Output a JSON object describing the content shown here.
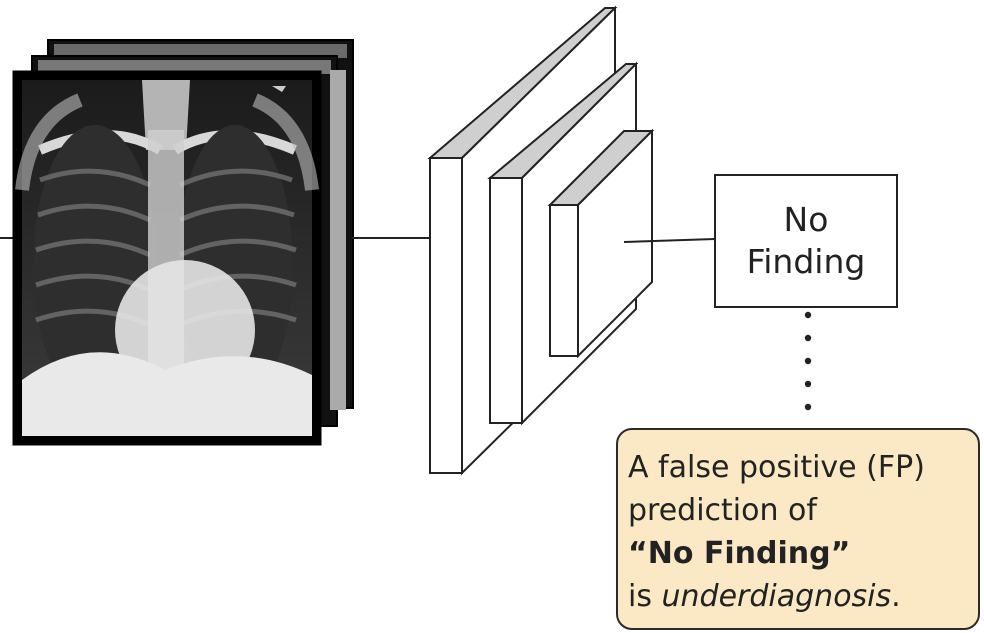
{
  "output_label": {
    "line1": "No",
    "line2": "Finding"
  },
  "callout": {
    "line1": "A false positive (FP)",
    "line2": "prediction of",
    "line3_bold": "“No Finding”",
    "line4_prefix": "is ",
    "line4_italic": "underdiagnosis",
    "line4_suffix": "."
  },
  "colors": {
    "callout_fill": "#fbe9c6",
    "block_top": "#cfcfcf",
    "stroke": "#222222"
  }
}
